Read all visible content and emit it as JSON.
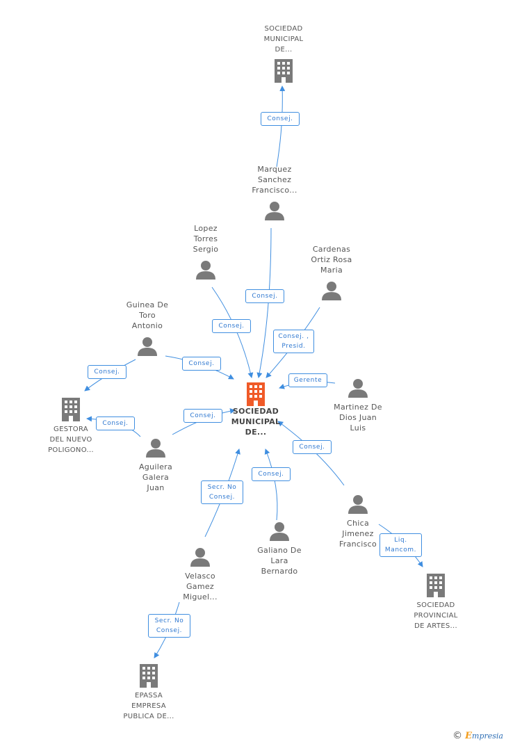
{
  "nodes": {
    "center": {
      "lines": [
        "SOCIEDAD",
        "MUNICIPAL",
        "DE..."
      ]
    },
    "top_company": {
      "lines": [
        "SOCIEDAD",
        "MUNICIPAL",
        "DE..."
      ]
    },
    "marquez": {
      "lines": [
        "Marquez",
        "Sanchez",
        "Francisco..."
      ]
    },
    "lopez": {
      "lines": [
        "Lopez",
        "Torres",
        "Sergio"
      ]
    },
    "cardenas": {
      "lines": [
        "Cardenas",
        "Ortiz Rosa",
        "Maria"
      ]
    },
    "guinea": {
      "lines": [
        "Guinea De",
        "Toro",
        "Antonio"
      ]
    },
    "gestora": {
      "lines": [
        "GESTORA",
        "DEL NUEVO",
        "POLIGONO..."
      ]
    },
    "martinez": {
      "lines": [
        "Martinez De",
        "Dios Juan",
        "Luis"
      ]
    },
    "aguilera": {
      "lines": [
        "Aguilera",
        "Galera",
        "Juan"
      ]
    },
    "chica": {
      "lines": [
        "Chica",
        "Jimenez",
        "Francisco"
      ]
    },
    "galiano": {
      "lines": [
        "Galiano De",
        "Lara",
        "Bernardo"
      ]
    },
    "velasco": {
      "lines": [
        "Velasco",
        "Gamez",
        "Miguel..."
      ]
    },
    "provincial": {
      "lines": [
        "SOCIEDAD",
        "PROVINCIAL",
        "DE ARTES..."
      ]
    },
    "epassa": {
      "lines": [
        "EPASSA",
        "EMPRESA",
        "PUBLICA DE..."
      ]
    }
  },
  "relations": {
    "marquez_top": [
      "Consej."
    ],
    "marquez_center": [
      "Consej."
    ],
    "lopez_center": [
      "Consej."
    ],
    "cardenas_center": [
      "Consej. ,",
      "Presid."
    ],
    "guinea_center": [
      "Consej."
    ],
    "guinea_gestora": [
      "Consej."
    ],
    "aguilera_gestora": [
      "Consej."
    ],
    "aguilera_center": [
      "Consej."
    ],
    "martinez_center": [
      "Gerente"
    ],
    "chica_center": [
      "Consej."
    ],
    "chica_provincial": [
      "Liq.",
      "Mancom."
    ],
    "galiano_center": [
      "Consej."
    ],
    "velasco_center": [
      "Secr.  No",
      "Consej."
    ],
    "velasco_epassa": [
      "Secr.  No",
      "Consej."
    ]
  },
  "colors": {
    "edge": "#3f8ee0",
    "icon": "#7a7a7a",
    "center_icon": "#f05a28"
  },
  "brand": {
    "copyright": "©",
    "first": "E",
    "rest": "mpresia"
  }
}
